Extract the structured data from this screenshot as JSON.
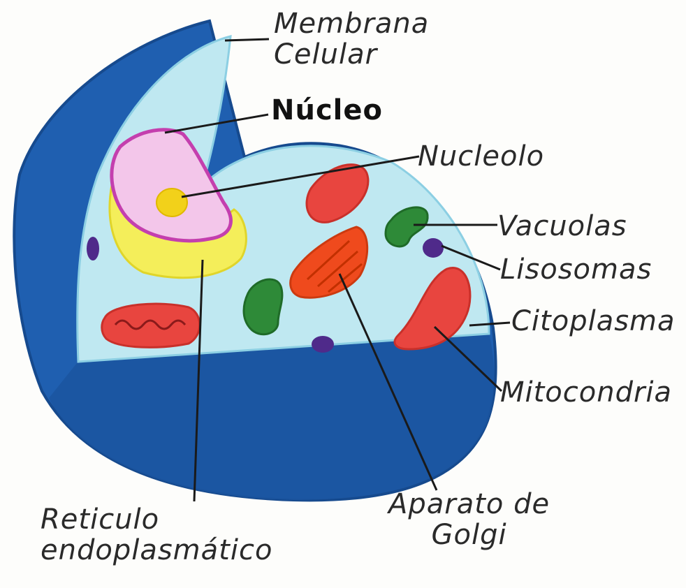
{
  "diagram": {
    "labels": {
      "membrana": "Membrana\nCelular",
      "nucleo": "Núcleo",
      "nucleolo": "Nucleolo",
      "vacuolas": "Vacuolas",
      "lisosomas": "Lisosomas",
      "citoplasma": "Citoplasma",
      "mitocondria": "Mitocondria",
      "reticulo": "Reticulo\nendoplasmático",
      "golgi": "Aparato de\nGolgi"
    },
    "colors": {
      "membrane": "#1f5fb0",
      "membrane_dark": "#164a8e",
      "cytoplasm": "#bfe8f1",
      "nucleus_fill": "#f3c6ea",
      "nucleus_edge": "#c43fae",
      "nucleolus": "#f2d11a",
      "er": "#f4ee5a",
      "mitochondria": "#e8453f",
      "vacuole": "#2e8a38",
      "lysosome": "#4f2a8a",
      "golgi": "#ef4a1d",
      "leader": "#1a1a1a"
    }
  }
}
